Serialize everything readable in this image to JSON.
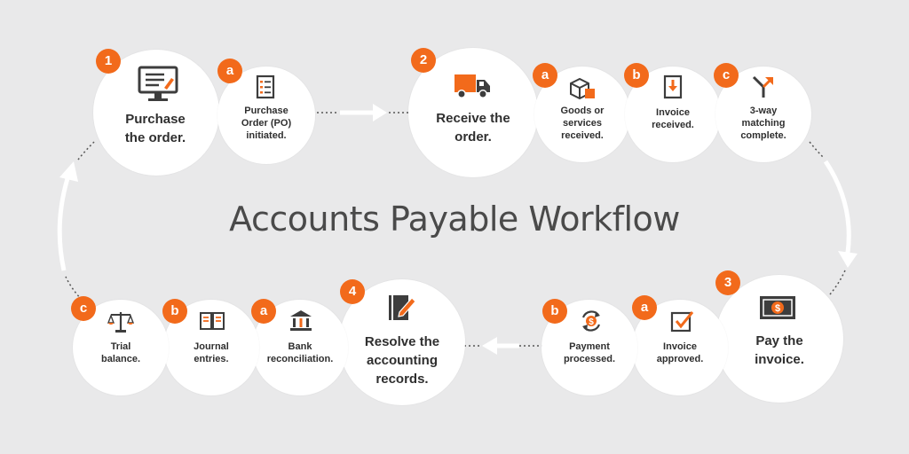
{
  "title": "Accounts Payable Workflow",
  "colors": {
    "accent": "#f26a1b",
    "icon": "#3d3d3d",
    "background": "#e9e9ea",
    "text": "#2f2f2f"
  },
  "steps": [
    {
      "badge": "1",
      "label": "Purchase\nthe order.",
      "icon": "computer-monitor-icon",
      "substeps": [
        {
          "badge": "a",
          "label": "Purchase\nOrder (PO)\ninitiated.",
          "icon": "document-list-icon"
        }
      ]
    },
    {
      "badge": "2",
      "label": "Receive the\norder.",
      "icon": "delivery-truck-icon",
      "substeps": [
        {
          "badge": "a",
          "label": "Goods or\nservices\nreceived.",
          "icon": "package-boxes-icon"
        },
        {
          "badge": "b",
          "label": "Invoice\nreceived.",
          "icon": "invoice-download-icon"
        },
        {
          "badge": "c",
          "label": "3-way\nmatching\ncomplete.",
          "icon": "merge-arrow-icon"
        }
      ]
    },
    {
      "badge": "3",
      "label": "Pay the\ninvoice.",
      "icon": "dollar-bill-icon",
      "substeps": [
        {
          "badge": "a",
          "label": "Invoice\napproved.",
          "icon": "checkbox-check-icon"
        },
        {
          "badge": "b",
          "label": "Payment\nprocessed.",
          "icon": "dollar-refresh-icon"
        }
      ]
    },
    {
      "badge": "4",
      "label": "Resolve the\naccounting\nrecords.",
      "icon": "ledger-edit-icon",
      "substeps": [
        {
          "badge": "a",
          "label": "Bank\nreconciliation.",
          "icon": "bank-building-icon"
        },
        {
          "badge": "b",
          "label": "Journal\nentries.",
          "icon": "open-book-icon"
        },
        {
          "badge": "c",
          "label": "Trial\nbalance.",
          "icon": "balance-scale-icon"
        }
      ]
    }
  ]
}
